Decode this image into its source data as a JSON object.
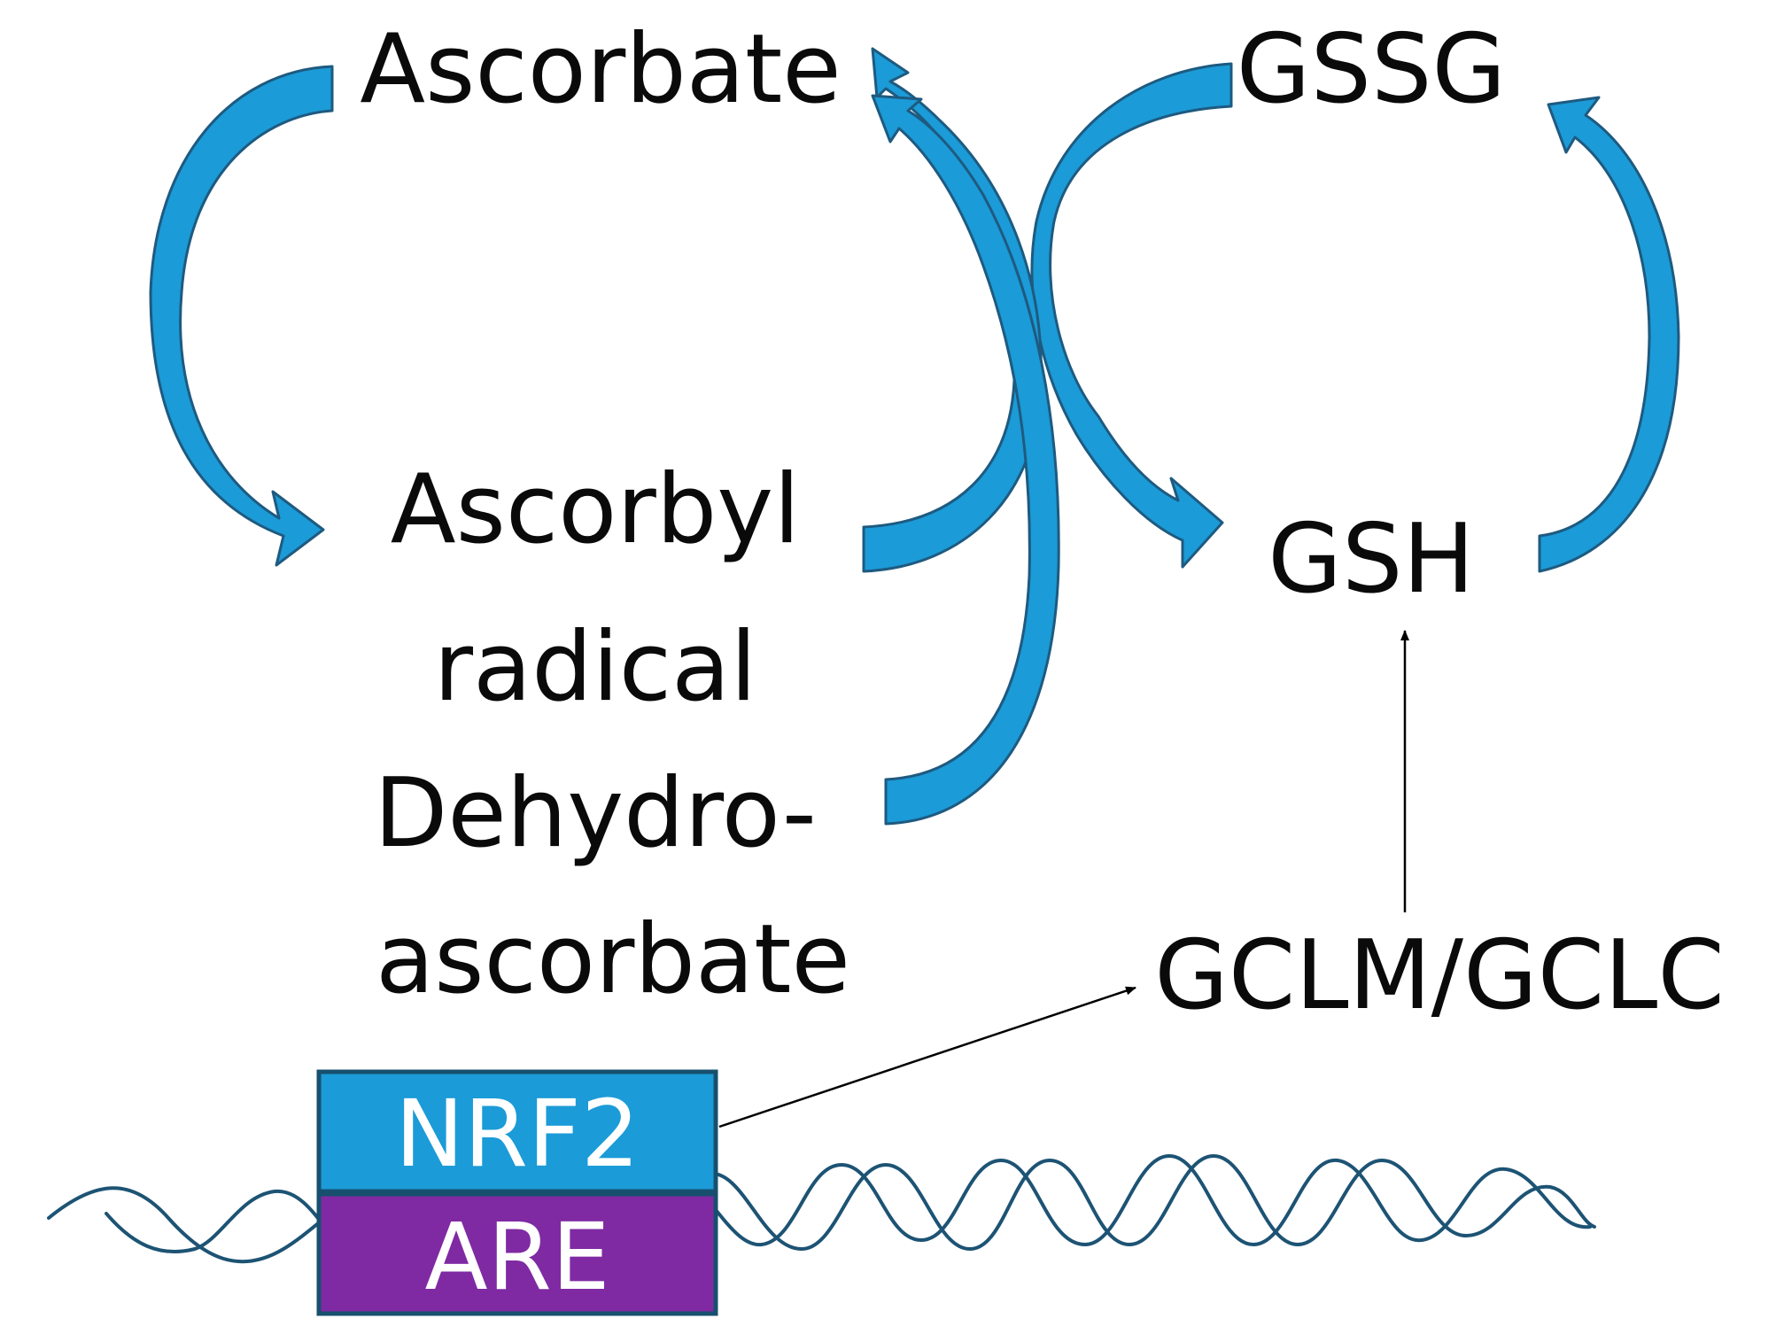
{
  "labels": {
    "ascorbate": "Ascorbate",
    "ascorbyl_line1": "Ascorbyl",
    "ascorbyl_line2": "radical",
    "dehydro_line1": "Dehydro-",
    "dehydro_line2": "ascorbate",
    "gssg": "GSSG",
    "gsh": "GSH",
    "gclm_gclc": "GCLM/GCLC",
    "nrf2": "NRF2",
    "are": "ARE"
  },
  "colors": {
    "arrow_fill": "#1b9bd7",
    "arrow_stroke": "#1e5a80",
    "nrf2_box": "#1b9bd7",
    "are_box": "#7f2aa3",
    "box_border": "#17506e",
    "dna_strand": "#1d5374",
    "thin_arrow": "#000000"
  }
}
